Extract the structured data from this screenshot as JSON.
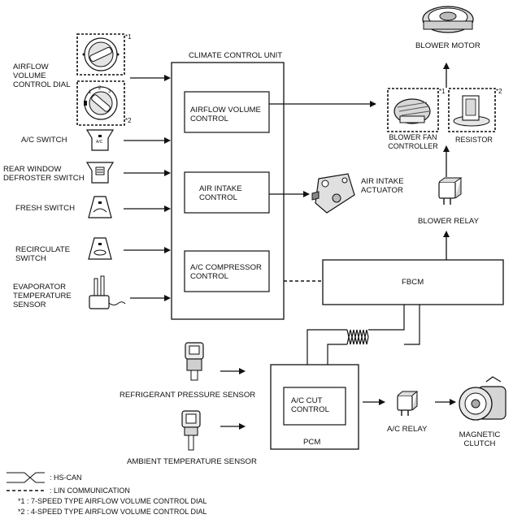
{
  "climate_control_unit": {
    "title": "CLIMATE CONTROL UNIT",
    "airflow_volume_control": "AIRFLOW VOLUME\nCONTROL",
    "air_intake_control": "AIR INTAKE\nCONTROL",
    "ac_compressor_control": "A/C COMPRESSOR\nCONTROL"
  },
  "inputs": {
    "airflow_dial": "AIRFLOW\nVOLUME\nCONTROL DIAL",
    "ac_switch": "A/C SWITCH",
    "ac_switch_face": "A/C",
    "rear_defroster_switch": "REAR WINDOW\nDEFROSTER SWITCH",
    "fresh_switch": "FRESH SWITCH",
    "recirculate_switch": "RECIRCULATE\nSWITCH",
    "evaporator_sensor": "EVAPORATOR\nTEMPERATURE\nSENSOR",
    "refrigerant_pressure_sensor": "REFRIGERANT PRESSURE SENSOR",
    "ambient_temperature_sensor": "AMBIENT TEMPERATURE SENSOR"
  },
  "outputs": {
    "blower_motor": "BLOWER MOTOR",
    "blower_fan_controller": "BLOWER FAN\nCONTROLLER",
    "resistor": "RESISTOR",
    "air_intake_actuator": "AIR INTAKE\nACTUATOR",
    "blower_relay": "BLOWER RELAY",
    "ac_relay": "A/C RELAY",
    "magnetic_clutch": "MAGNETIC\nCLUTCH"
  },
  "modules": {
    "fbcm": "FBCM",
    "pcm": "PCM",
    "ac_cut_control": "A/C CUT\nCONTROL"
  },
  "marks": {
    "note1": "*1",
    "note2": "*2"
  },
  "legend": {
    "hs_can": ": HS-CAN",
    "lin": ": LIN COMMUNICATION",
    "note1": "*1 : 7-SPEED TYPE AIRFLOW VOLUME CONTROL DIAL",
    "note2": "*2 : 4-SPEED TYPE AIRFLOW VOLUME CONTROL DIAL"
  }
}
